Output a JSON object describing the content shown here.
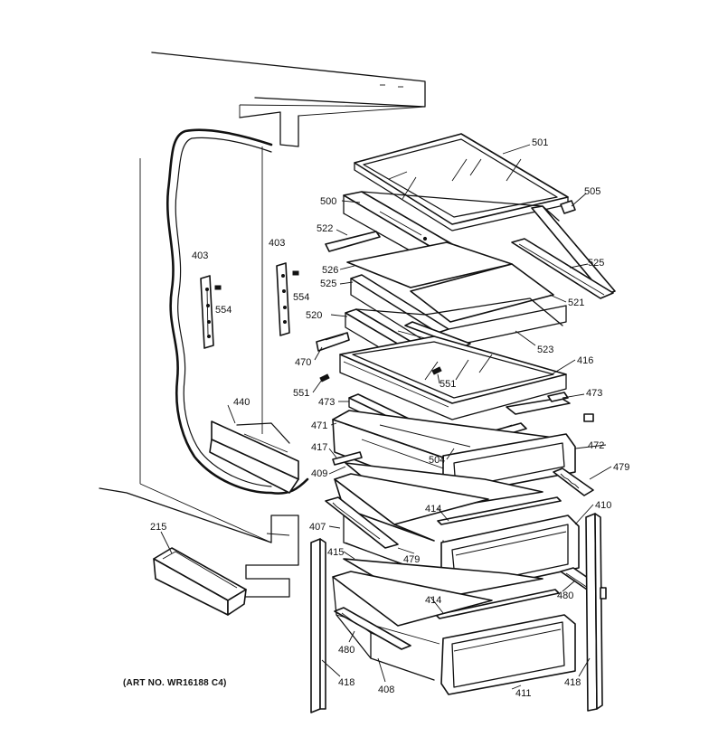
{
  "diagram": {
    "caption": "(ART NO. WR16188 C4)",
    "labels": {
      "p501": "501",
      "p505": "505",
      "p500": "500",
      "p522": "522",
      "p525a": "525",
      "p526": "526",
      "p525b": "525",
      "p554a": "554",
      "p554b": "554",
      "p403a": "403",
      "p403b": "403",
      "p521": "521",
      "p520": "520",
      "p523": "523",
      "p470": "470",
      "p416": "416",
      "p551a": "551",
      "p551b": "551",
      "p473a": "473",
      "p473b": "473",
      "p440": "440",
      "p471": "471",
      "p472": "472",
      "p417": "417",
      "p504": "504",
      "p479a": "479",
      "p409": "409",
      "p414a": "414",
      "p410": "410",
      "p215": "215",
      "p407": "407",
      "p415": "415",
      "p479b": "479",
      "p414b": "414",
      "p480a": "480",
      "p480b": "480",
      "p418a": "418",
      "p408": "408",
      "p411": "411",
      "p418b": "418"
    }
  }
}
